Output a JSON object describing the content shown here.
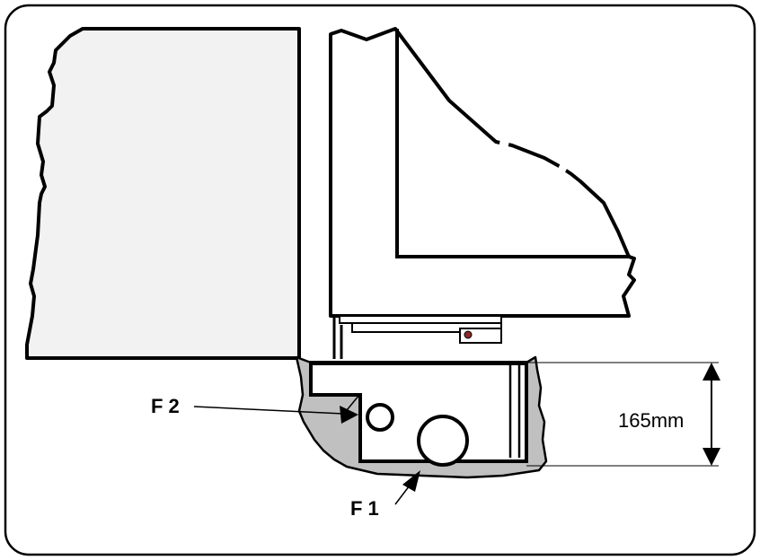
{
  "labels": {
    "f2": "F 2",
    "f1": "F 1",
    "dimension": "165mm"
  },
  "colors": {
    "stroke": "#000000",
    "wall_fill": "#f2f2f2",
    "ground_fill": "#c0c0c0",
    "background": "#ffffff",
    "bolt": "#8b2b2b"
  }
}
